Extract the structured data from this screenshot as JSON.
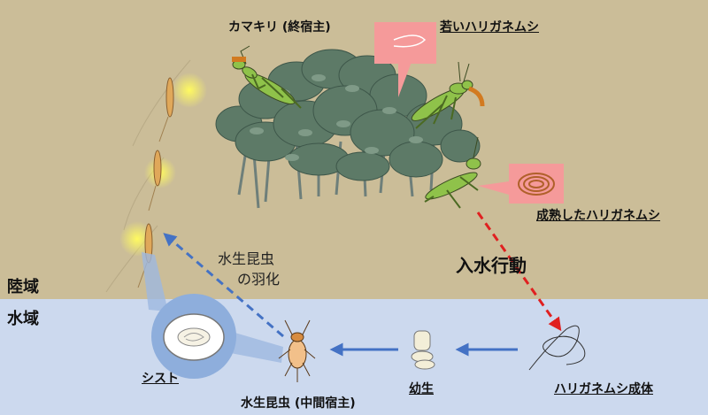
{
  "zones": {
    "land": "陸域",
    "water": "水域"
  },
  "labels": {
    "mantis": "カマキリ (終宿主)",
    "young_worm": "若いハリガネムシ",
    "mature_worm": "成熟したハリガネムシ",
    "water_entry": "入水行動",
    "emergence_line1": "水生昆虫",
    "emergence_line2": "の羽化",
    "cyst": "シスト",
    "aquatic_insect": "水生昆虫 (中間宿主)",
    "larva": "幼生",
    "adult_worm": "ハリガネムシ成体"
  },
  "colors": {
    "land": "#cbbd98",
    "water": "#ccd9ee",
    "red_arrow": "#e02020",
    "blue_arrow": "#4472c4",
    "callout": "#f59a9a",
    "leaf": "#5d7a67",
    "mantis": "#8fc24a"
  }
}
